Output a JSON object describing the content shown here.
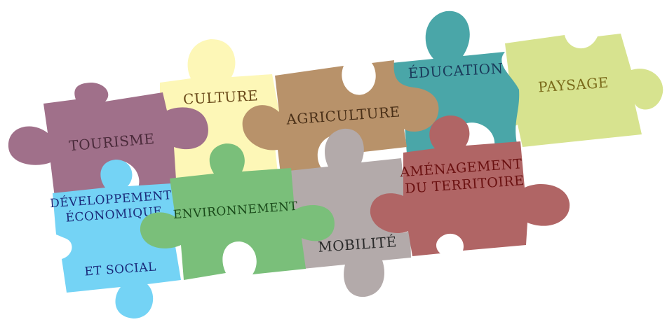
{
  "pieces": [
    {
      "id": "tourisme",
      "lines": [
        "TOURISME"
      ],
      "fill": "#a0708a",
      "text": "#4a2a3a"
    },
    {
      "id": "culture",
      "lines": [
        "CULTURE"
      ],
      "fill": "#fdf7b7",
      "text": "#6a4a1a"
    },
    {
      "id": "agriculture",
      "lines": [
        "AGRICULTURE"
      ],
      "fill": "#b8926a",
      "text": "#4a3018"
    },
    {
      "id": "education",
      "lines": [
        "ÉDUCATION"
      ],
      "fill": "#4aa6a8",
      "text": "#1a3a5a"
    },
    {
      "id": "paysage",
      "lines": [
        "PAYSAGE"
      ],
      "fill": "#d7e38f",
      "text": "#7a6a1a"
    },
    {
      "id": "developpement",
      "lines": [
        "DÉVELOPPEMENT",
        "ÉCONOMIQUE",
        "ET SOCIAL"
      ],
      "fill": "#74d3f5",
      "text": "#1a2a7a"
    },
    {
      "id": "environnement",
      "lines": [
        "ENVIRONNEMENT"
      ],
      "fill": "#7abf7a",
      "text": "#1a4a1a"
    },
    {
      "id": "mobilite",
      "lines": [
        "MOBILITÉ"
      ],
      "fill": "#b3aaaa",
      "text": "#2a2a2a"
    },
    {
      "id": "amenagement",
      "lines": [
        "AMÉNAGEMENT",
        "DU TERRITOIRE"
      ],
      "fill": "#b06565",
      "text": "#6a1010"
    }
  ]
}
